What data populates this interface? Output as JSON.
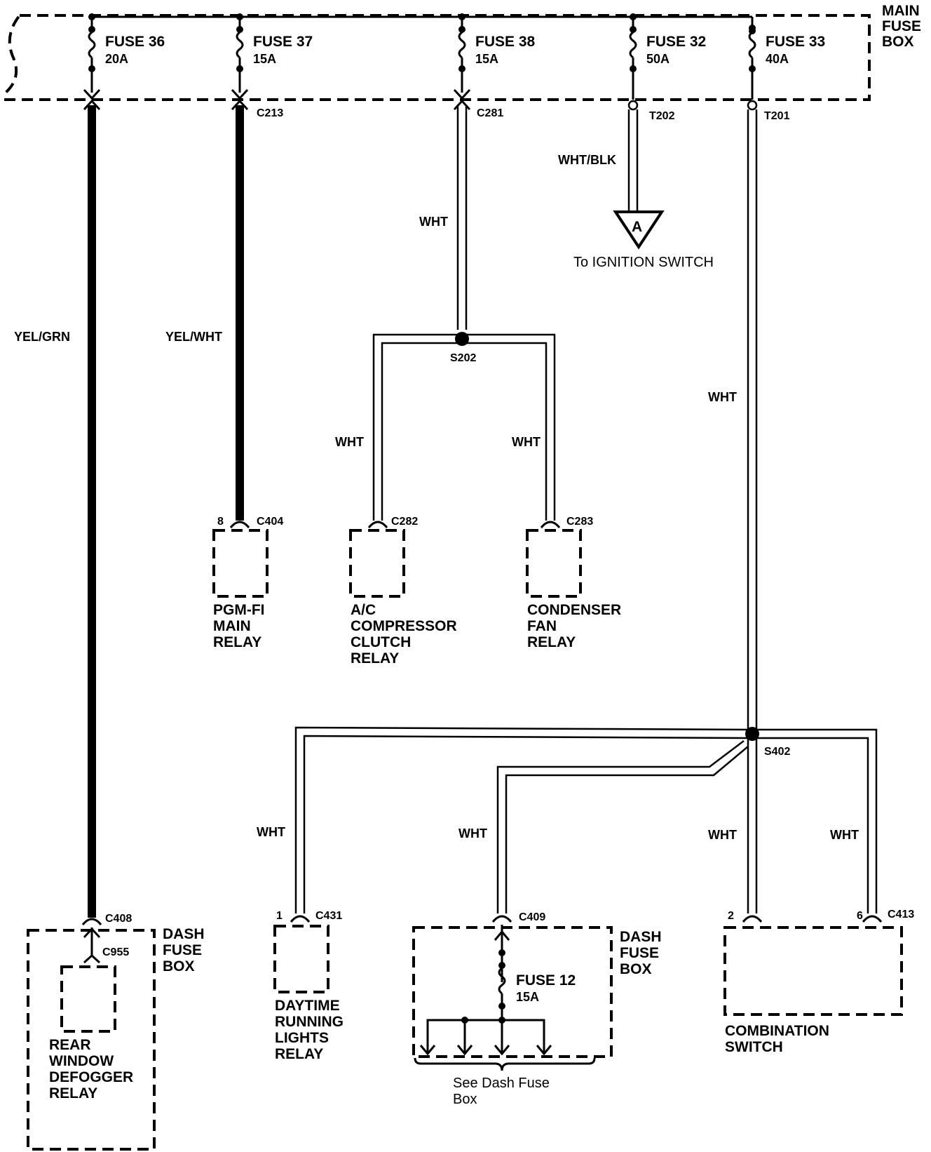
{
  "main_fuse_box": {
    "label_lines": [
      "MAIN",
      "FUSE",
      "BOX"
    ]
  },
  "fuses": [
    {
      "name": "FUSE 36",
      "rating": "20A"
    },
    {
      "name": "FUSE 37",
      "rating": "15A"
    },
    {
      "name": "FUSE 38",
      "rating": "15A"
    },
    {
      "name": "FUSE 32",
      "rating": "50A"
    },
    {
      "name": "FUSE 33",
      "rating": "40A"
    }
  ],
  "connectors": {
    "c213": "C213",
    "c281": "C281",
    "t202": "T202",
    "t201": "T201",
    "c404": "C404",
    "c404_pin": "8",
    "c282": "C282",
    "c283": "C283",
    "c408": "C408",
    "c955": "C955",
    "c431": "C431",
    "c431_pin": "1",
    "c409": "C409",
    "c413": "C413",
    "c413_pin_a": "2",
    "c413_pin_b": "6"
  },
  "splices": {
    "s202": "S202",
    "s402": "S402"
  },
  "wires": {
    "yel_grn": "YEL/GRN",
    "yel_wht": "YEL/WHT",
    "wht": "WHT",
    "wht_blk": "WHT/BLK"
  },
  "ignition": {
    "marker": "A",
    "label": "To IGNITION SWITCH"
  },
  "components": {
    "pgm_fi": [
      "PGM-FI",
      "MAIN",
      "RELAY"
    ],
    "ac_compressor": [
      "A/C",
      "COMPRESSOR",
      "CLUTCH",
      "RELAY"
    ],
    "condenser": [
      "CONDENSER",
      "FAN",
      "RELAY"
    ],
    "rear_window": [
      "REAR",
      "WINDOW",
      "DEFOGGER",
      "RELAY"
    ],
    "daytime": [
      "DAYTIME",
      "RUNNING",
      "LIGHTS",
      "RELAY"
    ],
    "combination": [
      "COMBINATION",
      "SWITCH"
    ]
  },
  "dash_fuse_box": {
    "label_lines": [
      "DASH",
      "FUSE",
      "BOX"
    ]
  },
  "fuse12": {
    "name": "FUSE 12",
    "rating": "15A"
  },
  "see_dash": [
    "See Dash Fuse",
    "Box"
  ]
}
